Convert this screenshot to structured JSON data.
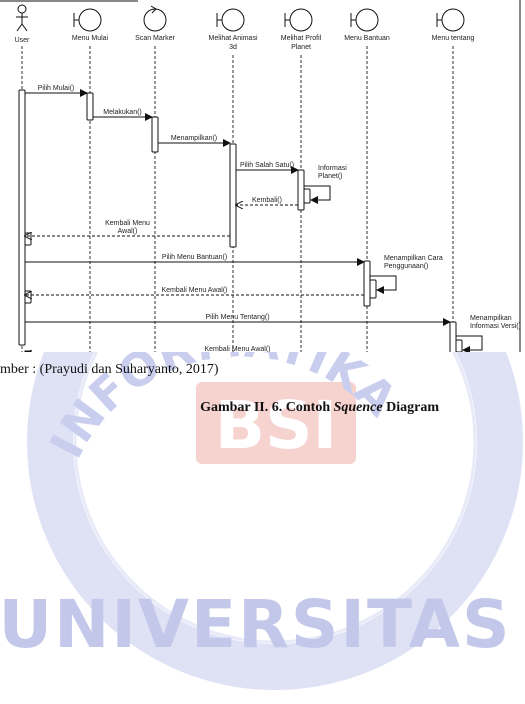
{
  "diagram": {
    "participants": [
      {
        "id": "user",
        "label": "User",
        "kind": "actor"
      },
      {
        "id": "menu_mulai",
        "label": "Menu Mulai",
        "kind": "boundary"
      },
      {
        "id": "scan_marker",
        "label": "Scan Marker",
        "kind": "control"
      },
      {
        "id": "melihat_animasi",
        "label": "Melihat Animasi 3d",
        "kind": "boundary",
        "lines": [
          "Melihat Animasi",
          "3d"
        ]
      },
      {
        "id": "melihat_profil",
        "label": "Melihat Profil Planet",
        "kind": "boundary",
        "lines": [
          "Melihat Profil",
          "Planet"
        ]
      },
      {
        "id": "menu_bantuan",
        "label": "Menu Bantuan",
        "kind": "boundary"
      },
      {
        "id": "menu_tentang",
        "label": "Menu tentang",
        "kind": "boundary"
      }
    ],
    "messages": [
      {
        "label": "Pilih Mulai()",
        "from": "user",
        "to": "menu_mulai"
      },
      {
        "label": "Melakukan()",
        "from": "menu_mulai",
        "to": "scan_marker"
      },
      {
        "label": "Menampilkan()",
        "from": "scan_marker",
        "to": "melihat_animasi"
      },
      {
        "label": "Pilih Salah Satu()",
        "from": "melihat_animasi",
        "to": "melihat_profil"
      },
      {
        "label": "Informasi Planet()",
        "from": "melihat_profil",
        "to": "melihat_profil",
        "self": true,
        "lines": [
          "Informasi",
          "Planet()"
        ]
      },
      {
        "label": "Kembali()",
        "from": "melihat_profil",
        "to": "melihat_animasi",
        "return": true
      },
      {
        "label": "Kembali Menu Awal()",
        "from": "melihat_animasi",
        "to": "user",
        "return": true,
        "lines": [
          "Kembali Menu",
          "Awal()"
        ]
      },
      {
        "label": "Pilih Menu Bantuan()",
        "from": "user",
        "to": "menu_bantuan"
      },
      {
        "label": "Menampilkan Cara Penggunaan()",
        "from": "menu_bantuan",
        "to": "menu_bantuan",
        "self": true,
        "lines": [
          "Menampilkan Cara",
          "Penggunaan()"
        ]
      },
      {
        "label": "Kembali Menu Awal()",
        "from": "menu_bantuan",
        "to": "user",
        "return": true
      },
      {
        "label": "Pilih Menu Tentang()",
        "from": "user",
        "to": "menu_tentang"
      },
      {
        "label": "Menampilkan Informasi Versi()",
        "from": "menu_tentang",
        "to": "menu_tentang",
        "self": true,
        "lines": [
          "Menampilkan",
          "Informasi Versi()"
        ]
      },
      {
        "label": "Kembali Menu Awal()",
        "from": "menu_tentang",
        "to": "user",
        "return": true
      }
    ]
  },
  "caption": {
    "source": "mber : (Prayudi dan Suharyanto, 2017)",
    "title_prefix": "Gambar II. 6. Contoh ",
    "title_italic": "Squence",
    "title_suffix": " Diagram"
  },
  "watermark": {
    "ring_text": "BINA SARANA INFORMATIKA",
    "logo_letters": "BSI",
    "word": "UNIVERSITAS",
    "colors": {
      "ring": "#c4c9ec",
      "logo": "#f3c2bd",
      "word": "#c3c8ea"
    }
  }
}
